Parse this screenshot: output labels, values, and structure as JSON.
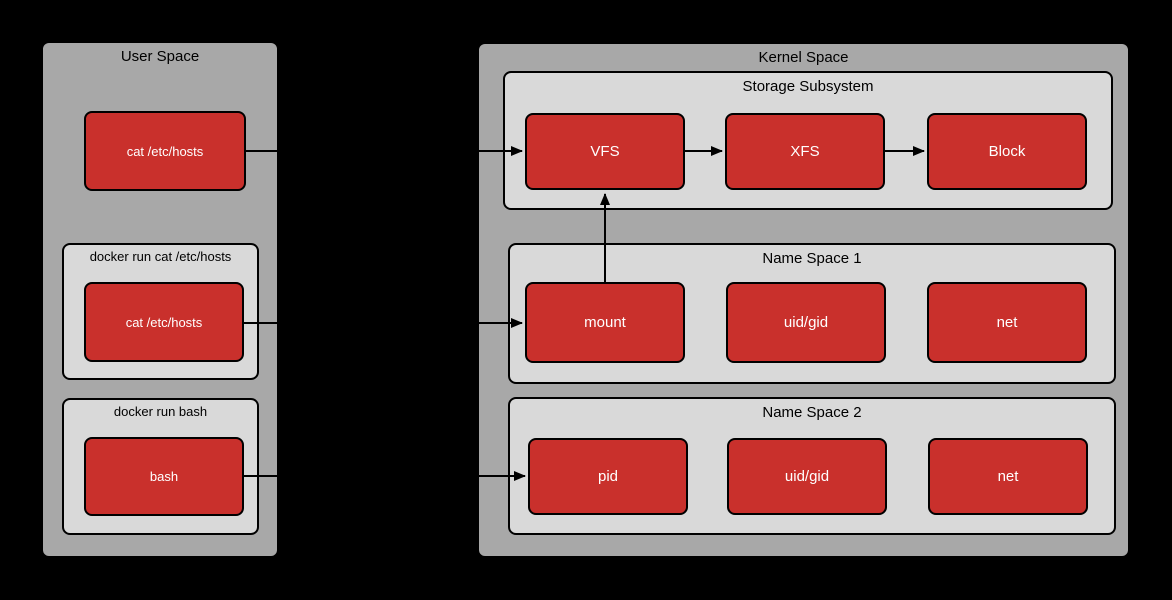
{
  "colors": {
    "background": "#000000",
    "container_fill": "#a8a8a8",
    "group_fill": "#d9d9d9",
    "node_fill": "#c9302c",
    "node_text": "#ffffff",
    "line": "#000000",
    "title_text": "#000000"
  },
  "user_space": {
    "title": "User Space",
    "host_process": "cat /etc/hosts",
    "groups": [
      {
        "title": "docker run cat /etc/hosts",
        "node": "cat /etc/hosts"
      },
      {
        "title": "docker run bash",
        "node": "bash"
      }
    ]
  },
  "kernel_space": {
    "title": "Kernel Space",
    "groups": [
      {
        "title": "Storage Subsystem",
        "nodes": [
          "VFS",
          "XFS",
          "Block"
        ]
      },
      {
        "title": "Name Space 1",
        "nodes": [
          "mount",
          "uid/gid",
          "net"
        ]
      },
      {
        "title": "Name Space 2",
        "nodes": [
          "pid",
          "uid/gid",
          "net"
        ]
      }
    ]
  },
  "connections": [
    {
      "from": "cat /etc/hosts (host)",
      "to": "VFS"
    },
    {
      "from": "VFS",
      "to": "XFS"
    },
    {
      "from": "XFS",
      "to": "Block"
    },
    {
      "from": "cat /etc/hosts (container)",
      "to": "mount"
    },
    {
      "from": "bash (container)",
      "to": "pid"
    },
    {
      "from": "mount",
      "to": "VFS"
    }
  ]
}
